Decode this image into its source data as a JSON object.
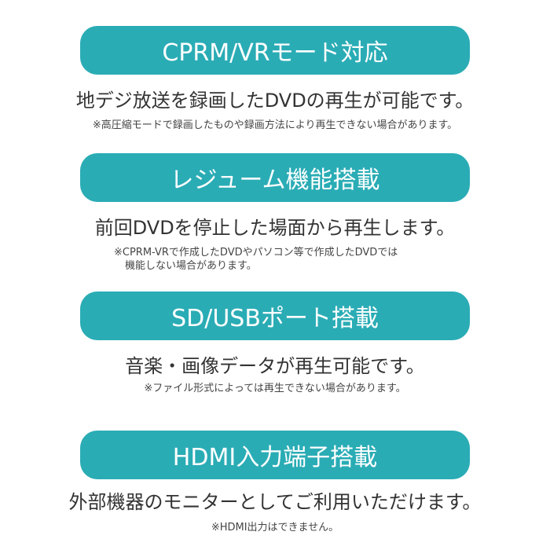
{
  "theme": {
    "accent": "#2aacb5",
    "heading_text": "#ffffff",
    "body_text": "#333333"
  },
  "features": [
    {
      "title": "CPRM/VRモード対応",
      "description": "地デジ放送を録画したDVDの再生が可能です。",
      "note": "※高圧縮モードで録画したものや録画方法により再生できない場合があります。"
    },
    {
      "title": "レジューム機能搭載",
      "description": "前回DVDを停止した場面から再生します。",
      "note_lines": [
        "※CPRM-VRで作成したDVDやパソコン等で作成したDVDでは",
        "機能しない場合があります。"
      ]
    },
    {
      "title": "SD/USBポート搭載",
      "description": "音楽・画像データが再生可能です。",
      "note": "※ファイル形式によっては再生できない場合があります。"
    },
    {
      "title": "HDMI入力端子搭載",
      "description": "外部機器のモニターとしてご利用いただけます。",
      "note": "※HDMI出力はできません。"
    }
  ]
}
